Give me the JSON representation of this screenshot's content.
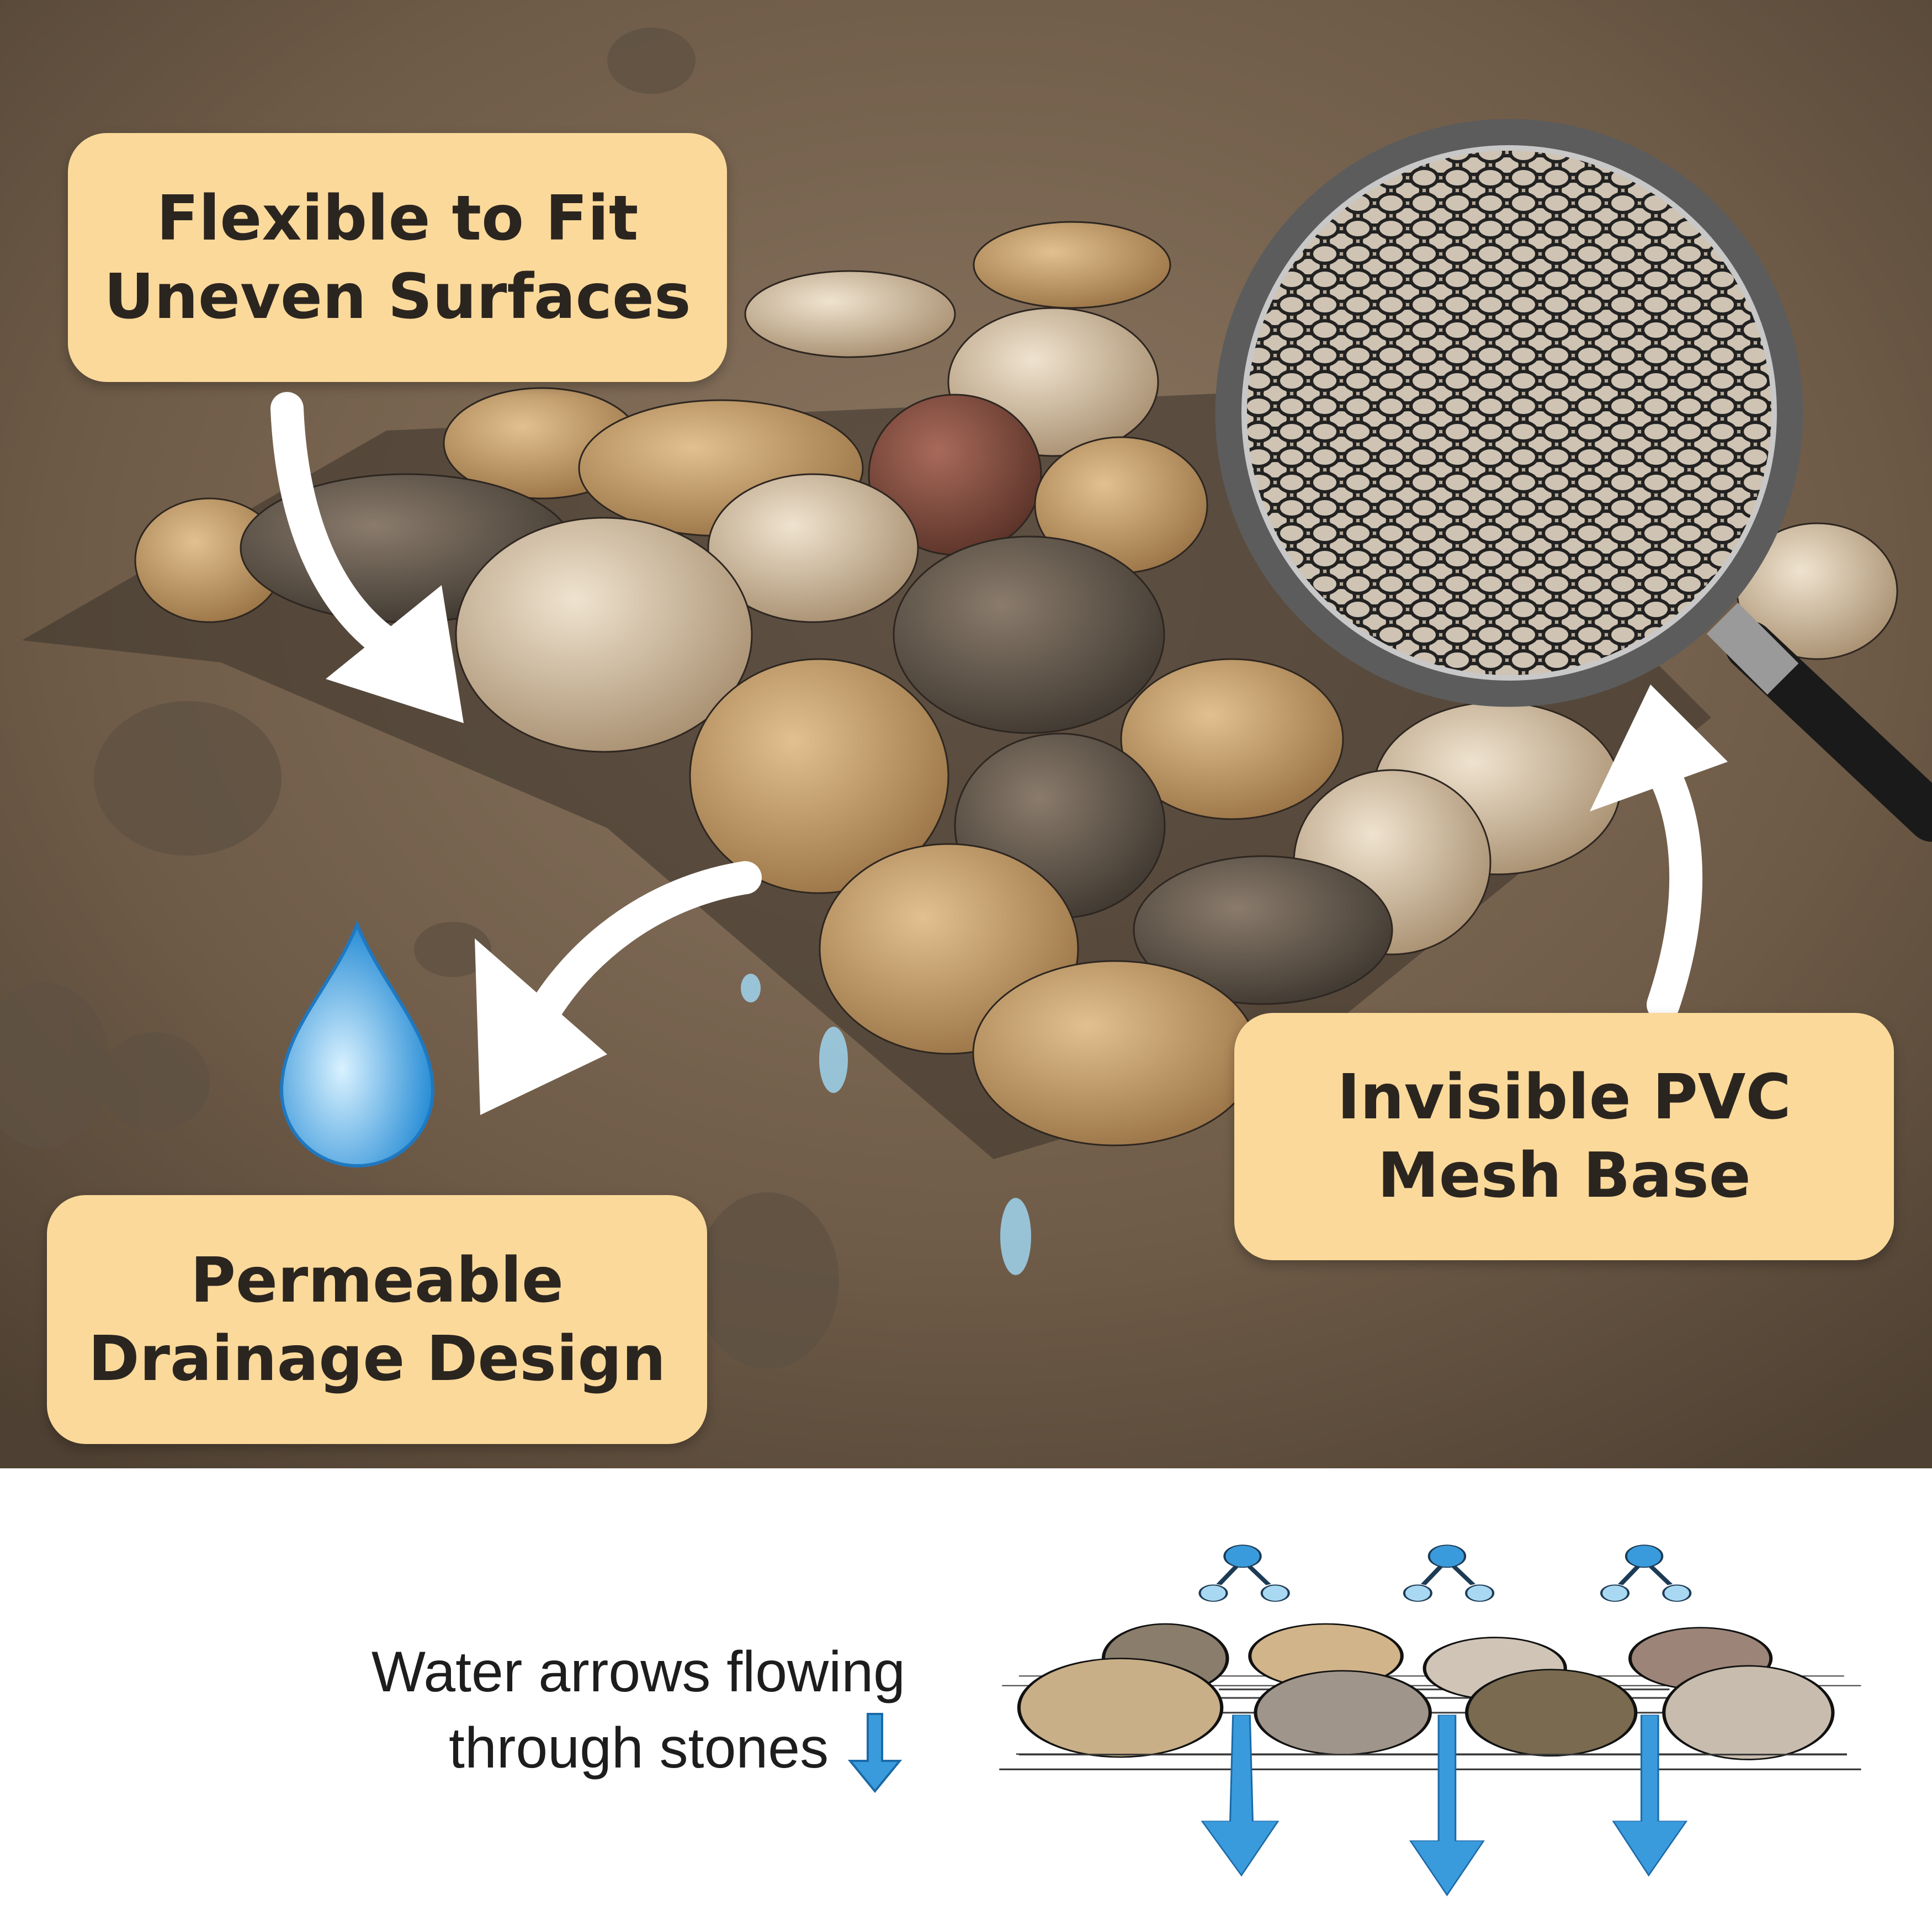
{
  "callouts": {
    "flexible": {
      "line1": "Flexible to Fit",
      "line2": "Uneven Surfaces"
    },
    "mesh": {
      "line1": "Invisible PVC",
      "line2": "Mesh Base"
    },
    "drainage": {
      "line1": "Permeable",
      "line2": "Drainage Design"
    }
  },
  "caption": {
    "line1": "Water arrows flowing",
    "line2": "through stones"
  },
  "colors": {
    "callout_bg": "#fbd99a",
    "water_blue": "#3a9bdc",
    "ground": "#7a6650"
  }
}
